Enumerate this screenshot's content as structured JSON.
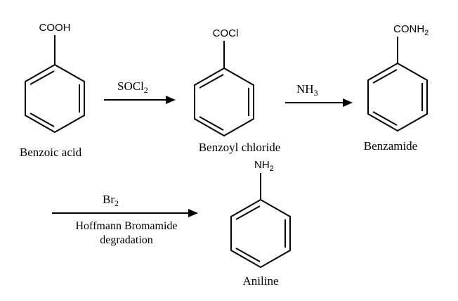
{
  "compounds": {
    "benzoic_acid": {
      "group": "COOH",
      "name": "Benzoic acid"
    },
    "benzoyl_chloride": {
      "group": "COCl",
      "name": "Benzoyl chloride"
    },
    "benzamide": {
      "group": "CONH",
      "group_sub": "2",
      "name": "Benzamide"
    },
    "aniline": {
      "group": "NH",
      "group_sub": "2",
      "name": "Aniline"
    }
  },
  "steps": {
    "step1": {
      "reagent": "SOCl",
      "reagent_sub": "2"
    },
    "step2": {
      "reagent": "NH",
      "reagent_sub": "3"
    },
    "step3": {
      "reagent": "Br",
      "reagent_sub": "2",
      "condition_line1": "Hoffmann Bromamide",
      "condition_line2": "degradation"
    }
  }
}
